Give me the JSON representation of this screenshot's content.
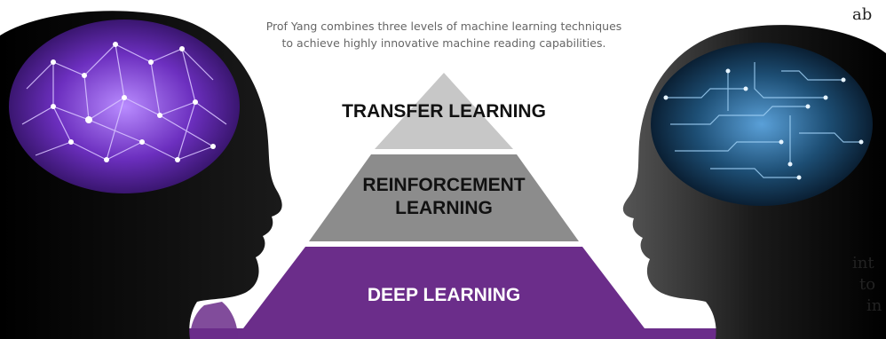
{
  "caption": {
    "line1": "Prof Yang combines three levels of machine learning techniques",
    "line2": "to achieve highly innovative machine reading capabilities."
  },
  "pyramid": {
    "tiers": [
      {
        "label": "TRANSFER LEARNING",
        "color": "#c7c7c7"
      },
      {
        "label_line1": "REINFORCEMENT",
        "label_line2": "LEARNING",
        "color": "#8c8c8c"
      },
      {
        "label": "DEEP LEARNING",
        "color": "#6b2d8a"
      }
    ]
  },
  "side_text": {
    "fragment_1": "ab",
    "fragment_2": "int",
    "fragment_3": "to",
    "fragment_4": "in"
  },
  "colors": {
    "purple": "#6b2d8a",
    "head": "#111111",
    "human_brain": "#7a3fc4",
    "ai_brain": "#1d4e74"
  },
  "icons": {
    "left": "human-head-neural-brain",
    "right": "robot-head-circuit-brain"
  }
}
